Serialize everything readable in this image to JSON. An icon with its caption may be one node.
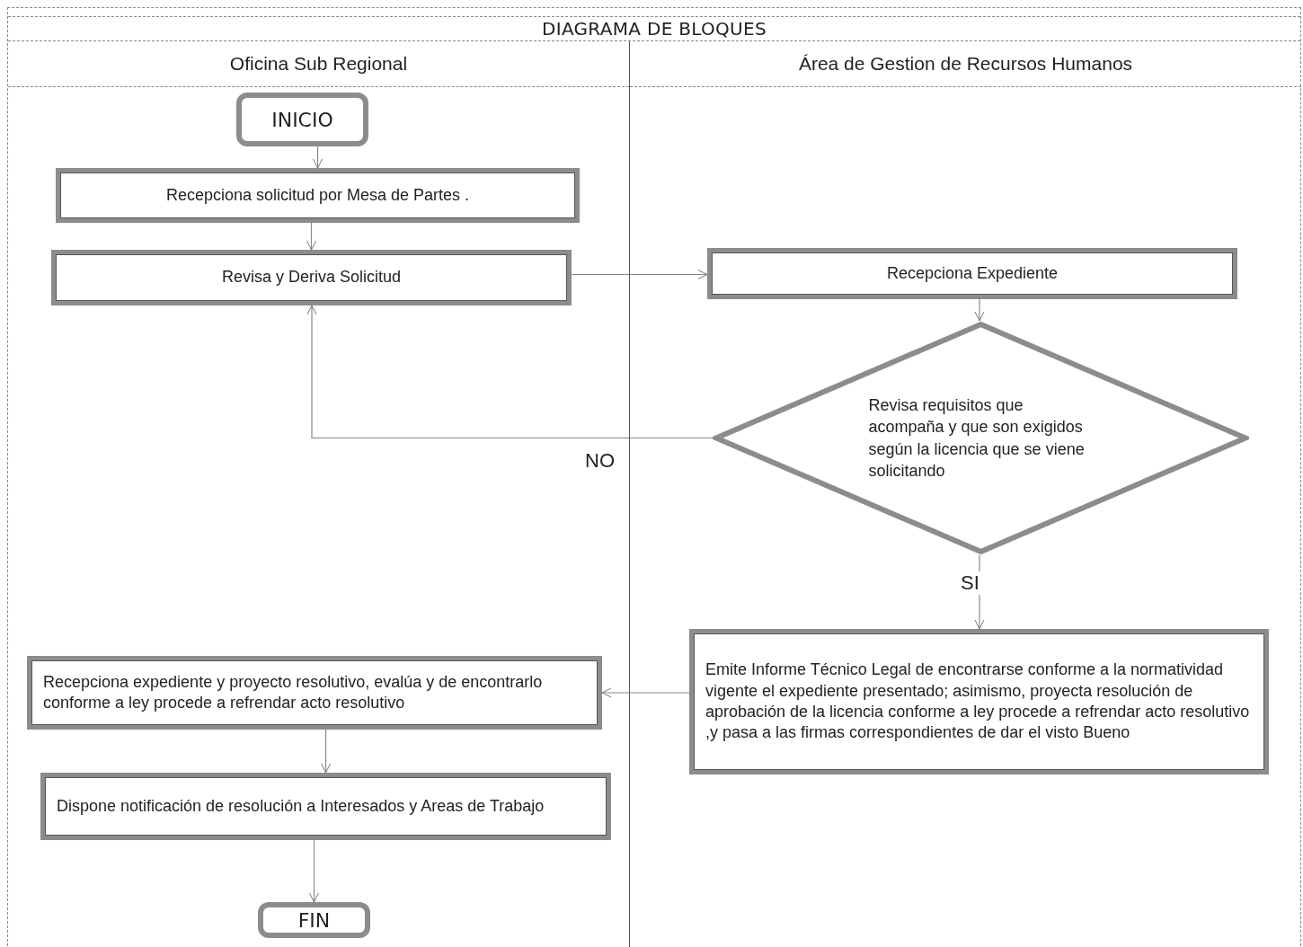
{
  "diagram": {
    "title": "DIAGRAMA DE BLOQUES",
    "nodes": [
      {
        "text": [
          "Oficina Sub Regional"
        ]
      },
      {
        "text": [
          "Área de Gestion de Recursos Humanos"
        ]
      },
      {
        "text": [
          "INICIO"
        ],
        "in": 0
      },
      {
        "text": [
          "Recepciona solicitud por Mesa de Partes ."
        ],
        "in": 0
      },
      {
        "text": [
          "Revisa y Deriva Solicitud"
        ],
        "in": 0
      },
      {
        "text": [
          "Recepciona Expediente"
        ],
        "in": 1
      },
      {
        "text": [
          "Revisa requisitos que acompaña y que son exigidos según la licencia que se viene solicitando"
        ],
        "in": 1
      },
      {
        "text": [
          "Emite Informe Técnico Legal de encontrarse conforme a la normatividad vigente el expediente presentado; asimismo, proyecta resolución de aprobación de la licencia conforme a ley procede a refrendar acto resolutivo ,y pasa a las firmas correspondientes de dar el visto Bueno"
        ],
        "in": 1
      },
      {
        "text": [
          "Recepciona expediente y proyecto resolutivo, evalúa y de encontrarlo conforme a ley procede a refrendar acto resolutivo"
        ],
        "in": 0
      },
      {
        "text": [
          "Dispone notificación de resolución a Interesados y Areas de Trabajo"
        ],
        "in": 0
      },
      {
        "text": [
          "FIN"
        ],
        "in": 0
      }
    ],
    "edges": [
      {
        "from": 2,
        "to": 3,
        "arrow": "to"
      },
      {
        "from": 3,
        "to": 4,
        "arrow": "to"
      },
      {
        "from": 4,
        "to": 5,
        "arrow": "to"
      },
      {
        "from": 5,
        "to": 6,
        "arrow": "to"
      },
      {
        "from": 6,
        "to": 4,
        "arrow": "to",
        "label": "NO"
      },
      {
        "from": 6,
        "to": 7,
        "arrow": "to",
        "label": "SI"
      },
      {
        "from": 7,
        "to": 8,
        "arrow": "to"
      },
      {
        "from": 8,
        "to": 9,
        "arrow": "to"
      },
      {
        "from": 9,
        "to": 10,
        "arrow": "to"
      }
    ]
  }
}
